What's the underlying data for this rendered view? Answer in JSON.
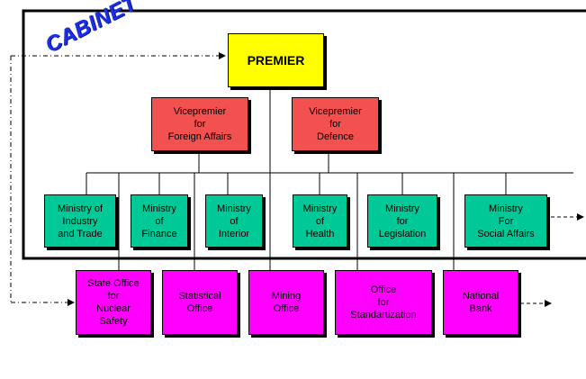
{
  "cabinet": {
    "label": "CABINET"
  },
  "premier": {
    "label": "PREMIER"
  },
  "vicepremiers": [
    {
      "label": "Vicepremier\nfor\nForeign Affairs"
    },
    {
      "label": "Vicepremier\nfor\nDefence"
    }
  ],
  "ministries": [
    {
      "label": "Ministry of\nIndustry\nand Trade"
    },
    {
      "label": "Ministry\nof\nFinance"
    },
    {
      "label": "Ministry\nof\nInterior"
    },
    {
      "label": "Ministry\nof\nHealth"
    },
    {
      "label": "Ministry\nfor\nLegislation"
    },
    {
      "label": "Ministry\nFor\nSocial Affairs"
    }
  ],
  "offices": [
    {
      "label": "State Office\nfor\nNuclear\nSafety"
    },
    {
      "label": "Statistical\nOffice"
    },
    {
      "label": "Mining\nOffice"
    },
    {
      "label": "Office\nfor\nStandartization"
    },
    {
      "label": "National\nBank"
    }
  ],
  "colors": {
    "premier": "#ffff00",
    "vicepremier": "#f2514f",
    "ministry": "#00c896",
    "office": "#ff00ff",
    "cabinet_label": "#1b2fe6"
  }
}
